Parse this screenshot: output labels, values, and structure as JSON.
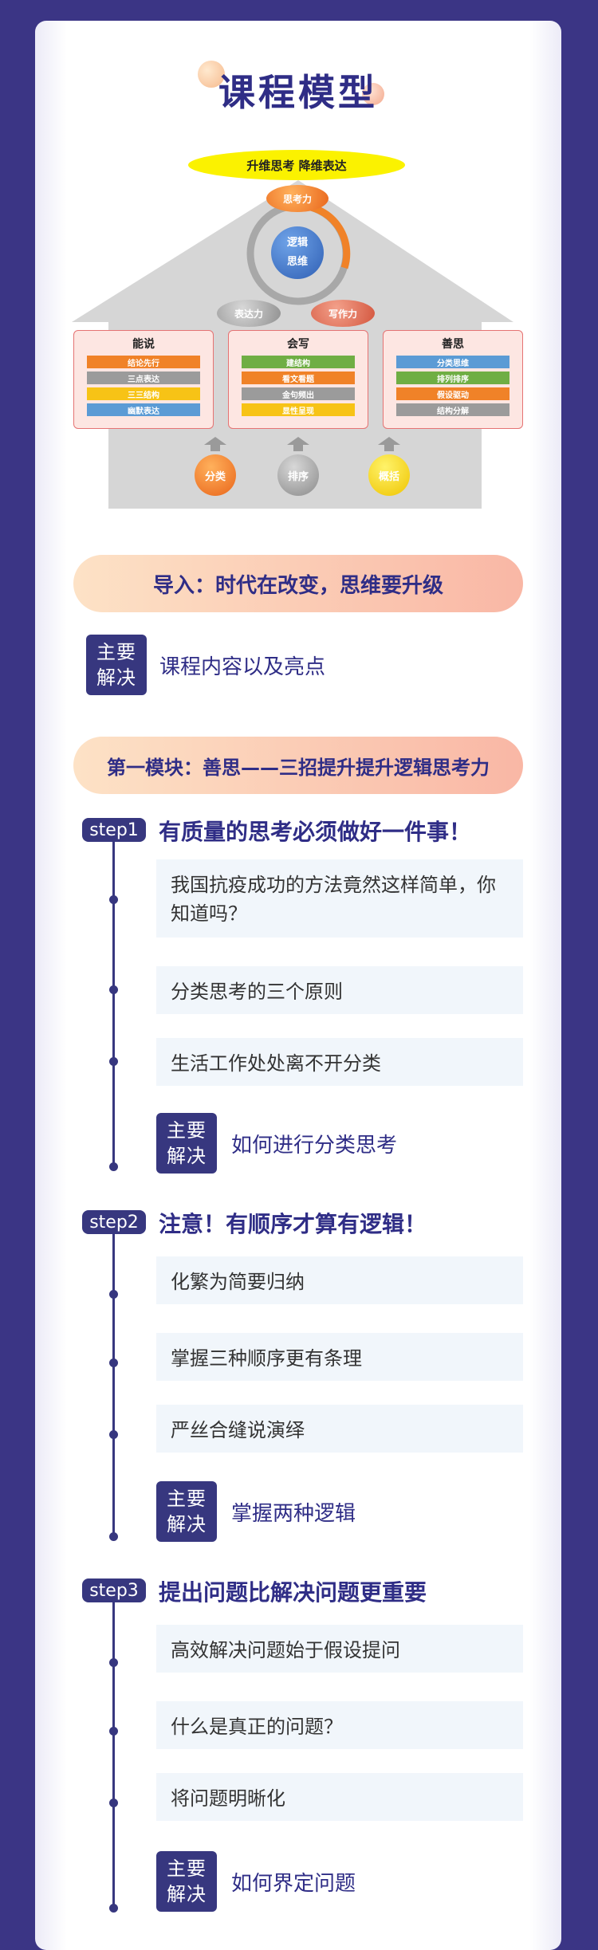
{
  "page_title": "课程模型",
  "diagram": {
    "top_label": "升维思考 降维表达",
    "center_line1": "逻辑",
    "center_line2": "思维",
    "orb_top": "思考力",
    "orb_left": "表达力",
    "orb_right": "写作力",
    "boxes": [
      {
        "title": "能说",
        "tags": [
          "结论先行",
          "三点表达",
          "三三结构",
          "幽默表达"
        ]
      },
      {
        "title": "会写",
        "tags": [
          "建结构",
          "看文看题",
          "金句频出",
          "显性呈现"
        ]
      },
      {
        "title": "善思",
        "tags": [
          "分类思维",
          "排列排序",
          "假设驱动",
          "结构分解"
        ]
      }
    ],
    "bottom": [
      "分类",
      "排序",
      "概括"
    ]
  },
  "intro": {
    "banner": "导入：时代在改变，思维要升级",
    "badge_line1": "主要",
    "badge_line2": "解决",
    "text": "课程内容以及亮点"
  },
  "module1": {
    "banner": "第一模块：善思——三招提升提升逻辑思考力",
    "steps": [
      {
        "label": "step1",
        "title": "有质量的思考必须做好一件事！",
        "items": [
          "我国抗疫成功的方法竟然这样简单，你知道吗？",
          "分类思考的三个原则",
          "生活工作处处离不开分类"
        ],
        "badge_line1": "主要",
        "badge_line2": "解决",
        "solve": "如何进行分类思考"
      },
      {
        "label": "step2",
        "title": "注意！有顺序才算有逻辑！",
        "items": [
          "化繁为简要归纳",
          "掌握三种顺序更有条理",
          "严丝合缝说演绎"
        ],
        "badge_line1": "主要",
        "badge_line2": "解决",
        "solve": "掌握两种逻辑"
      },
      {
        "label": "step3",
        "title": "提出问题比解决问题更重要",
        "items": [
          "高效解决问题始于假设提问",
          "什么是真正的问题？",
          "将问题明晰化"
        ],
        "badge_line1": "主要",
        "badge_line2": "解决",
        "solve": "如何界定问题"
      }
    ]
  }
}
